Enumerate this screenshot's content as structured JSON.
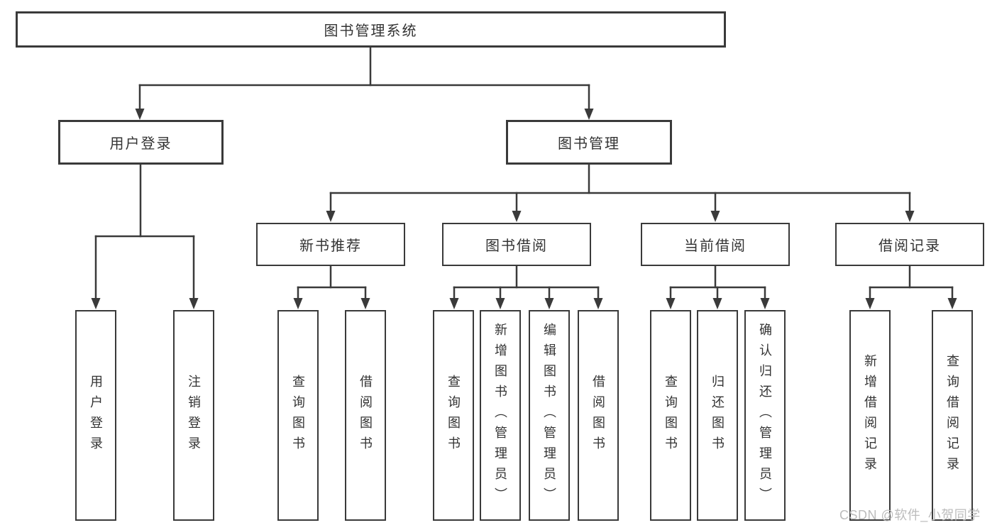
{
  "tree": {
    "root": {
      "label": "图书管理系统",
      "children": [
        {
          "label": "用户登录",
          "children": [
            {
              "label": "用户登录"
            },
            {
              "label": "注销登录"
            }
          ]
        },
        {
          "label": "图书管理",
          "children": [
            {
              "label": "新书推荐",
              "children": [
                {
                  "label": "查询图书"
                },
                {
                  "label": "借阅图书"
                }
              ]
            },
            {
              "label": "图书借阅",
              "children": [
                {
                  "label": "查询图书"
                },
                {
                  "label": "新增图书（管理员）"
                },
                {
                  "label": "编辑图书（管理员）"
                },
                {
                  "label": "借阅图书"
                }
              ]
            },
            {
              "label": "当前借阅",
              "children": [
                {
                  "label": "查询图书"
                },
                {
                  "label": "归还图书"
                },
                {
                  "label": "确认归还（管理员）"
                }
              ]
            },
            {
              "label": "借阅记录",
              "children": [
                {
                  "label": "新增借阅记录"
                },
                {
                  "label": "查询借阅记录"
                }
              ]
            }
          ]
        }
      ]
    }
  },
  "watermark": {
    "text": "CSDN @软件_小贺同学"
  },
  "colors": {
    "line": "#3a3a3a",
    "text": "#333333",
    "node_fill": "#ffffff",
    "watermark_text": "#bcbcbc",
    "background": "#ffffff"
  }
}
